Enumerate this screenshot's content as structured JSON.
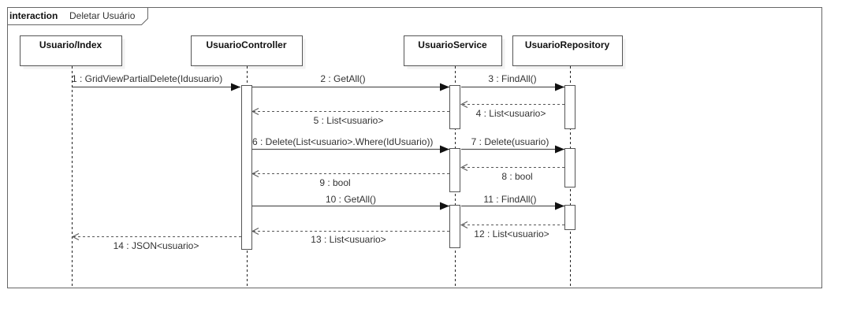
{
  "frame": {
    "keyword": "interaction",
    "title": "Deletar Usuário"
  },
  "lifelines": [
    {
      "name": "Usuario/Index"
    },
    {
      "name": "UsuarioController"
    },
    {
      "name": "UsuarioService"
    },
    {
      "name": "UsuarioRepository"
    }
  ],
  "messages": [
    {
      "label": "1 : GridViewPartialDelete(Idusuario)",
      "from": 0,
      "to": 1,
      "kind": "call"
    },
    {
      "label": "2 : GetAll()",
      "from": 1,
      "to": 2,
      "kind": "call"
    },
    {
      "label": "3 : FindAll()",
      "from": 2,
      "to": 3,
      "kind": "call"
    },
    {
      "label": "4 : List<usuario>",
      "from": 3,
      "to": 2,
      "kind": "return"
    },
    {
      "label": "5 : List<usuario>",
      "from": 2,
      "to": 1,
      "kind": "return"
    },
    {
      "label": "6 : Delete(List<usuario>.Where(IdUsuario))",
      "from": 1,
      "to": 2,
      "kind": "call"
    },
    {
      "label": "7 : Delete(usuario)",
      "from": 2,
      "to": 3,
      "kind": "call"
    },
    {
      "label": "8 : bool",
      "from": 3,
      "to": 2,
      "kind": "return"
    },
    {
      "label": "9 : bool",
      "from": 2,
      "to": 1,
      "kind": "return"
    },
    {
      "label": "10 : GetAll()",
      "from": 1,
      "to": 2,
      "kind": "call"
    },
    {
      "label": "11 : FindAll()",
      "from": 2,
      "to": 3,
      "kind": "call"
    },
    {
      "label": "12 : List<usuario>",
      "from": 3,
      "to": 2,
      "kind": "return"
    },
    {
      "label": "13 : List<usuario>",
      "from": 2,
      "to": 1,
      "kind": "return"
    },
    {
      "label": "14 : JSON<usuario>",
      "from": 1,
      "to": 0,
      "kind": "return"
    }
  ]
}
